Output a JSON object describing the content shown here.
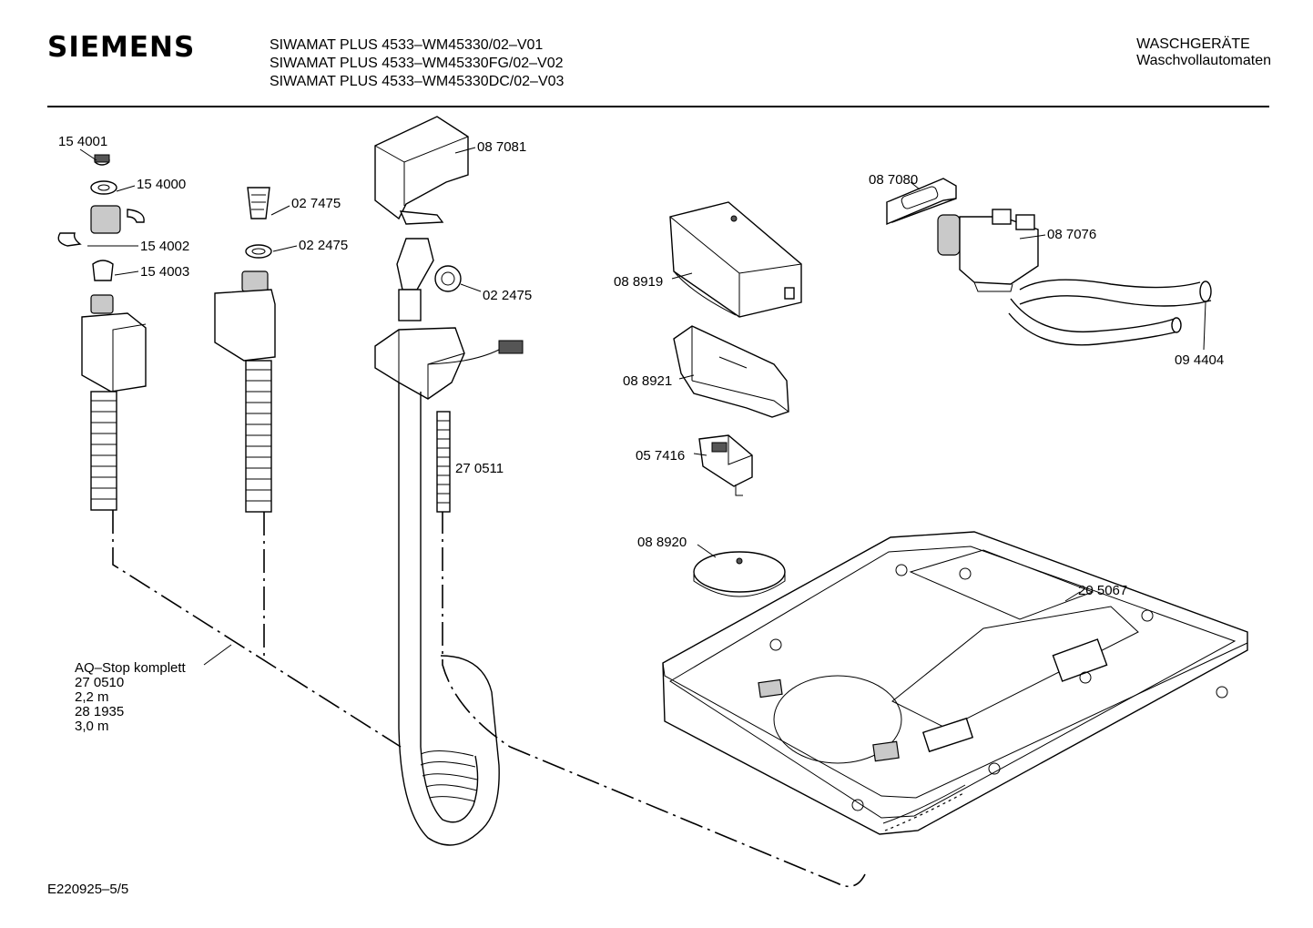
{
  "header": {
    "brand": "SIEMENS",
    "models": [
      "SIWAMAT PLUS 4533–WM45330/02–V01",
      "SIWAMAT PLUS 4533–WM45330FG/02–V02",
      "SIWAMAT PLUS 4533–WM45330DC/02–V03"
    ],
    "category_line1": "WASCHGERÄTE",
    "category_line2": "Waschvollautomaten"
  },
  "parts": {
    "p154001": "15 4001",
    "p154000": "15 4000",
    "p154002": "15 4002",
    "p154003": "15 4003",
    "p027475": "02 7475",
    "p022475a": "02 2475",
    "p022475b": "02 2475",
    "p087081": "08 7081",
    "p270511": "27 0511",
    "p088919": "08 8919",
    "p088921": "08 8921",
    "p057416": "05 7416",
    "p088920": "08 8920",
    "p087080": "08 7080",
    "p087076": "08 7076",
    "p094404": "09 4404",
    "p205067": "20 5067"
  },
  "aqstop": {
    "title": "AQ–Stop komplett",
    "code1": "27 0510",
    "len1": "2,2 m",
    "code2": "28 1935",
    "len2": "3,0 m"
  },
  "footer": {
    "docref": "E220925–5/5"
  }
}
